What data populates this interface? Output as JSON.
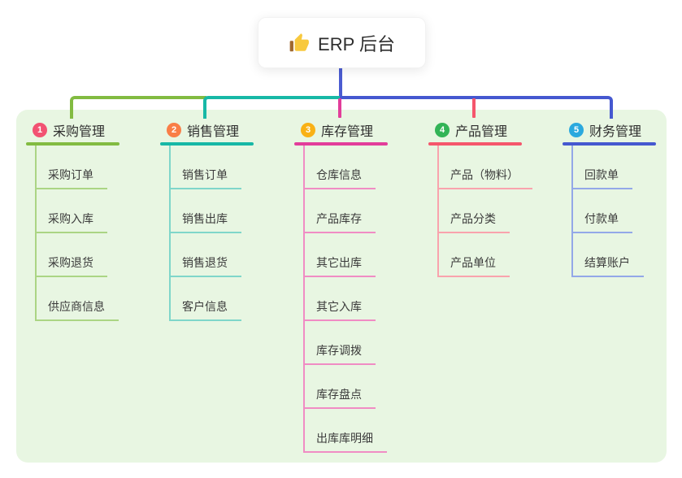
{
  "root": {
    "title": "ERP 后台",
    "icon": "thumbs-up-icon"
  },
  "branches": [
    {
      "num": "1",
      "label": "采购管理",
      "color": "#82bb41",
      "light": "#abd584",
      "badge": "#f25272",
      "children": [
        "采购订单",
        "采购入库",
        "采购退货",
        "供应商信息"
      ]
    },
    {
      "num": "2",
      "label": "销售管理",
      "color": "#17b8a6",
      "light": "#7fd6ca",
      "badge": "#f97e47",
      "children": [
        "销售订单",
        "销售出库",
        "销售退货",
        "客户信息"
      ]
    },
    {
      "num": "3",
      "label": "库存管理",
      "color": "#e23d9a",
      "light": "#f08cc4",
      "badge": "#f9b115",
      "children": [
        "仓库信息",
        "产品库存",
        "其它出库",
        "其它入库",
        "库存调拨",
        "库存盘点",
        "出库库明细"
      ]
    },
    {
      "num": "4",
      "label": "产品管理",
      "color": "#f5566c",
      "light": "#f9a3ad",
      "badge": "#33b457",
      "children": [
        "产品（物料）",
        "产品分类",
        "产品单位"
      ]
    },
    {
      "num": "5",
      "label": "财务管理",
      "color": "#4558d0",
      "light": "#93a8e8",
      "badge": "#2ba9de",
      "children": [
        "回款单",
        "付款单",
        "结算账户"
      ]
    }
  ],
  "colors": {
    "panel_bg": "#e8f6e2",
    "connector_blue": "#4b5cd1",
    "canvas_bg": "#ffffff",
    "thumb_hand": "#f8c93e",
    "thumb_cuff": "#a0692f"
  }
}
